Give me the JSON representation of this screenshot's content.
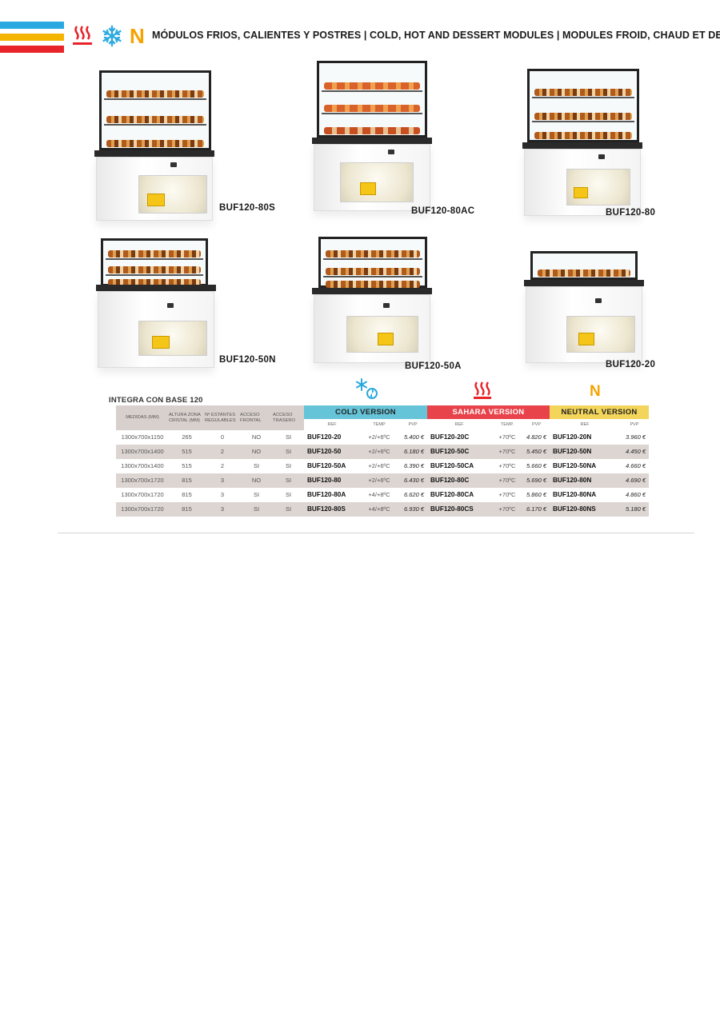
{
  "header": {
    "stripe_colors": [
      "#2aa9e0",
      "#f4b400",
      "#e8242a"
    ],
    "icons": [
      "heat-waves-icon",
      "snowflake-icon",
      "neutral-n-icon"
    ],
    "neutral_letter": "N",
    "title": "MÓDULOS FRIOS, CALIENTES Y POSTRES | COLD, HOT AND DESSERT MODULES  | MODULES FROID, CHAUD ET DESSERT"
  },
  "products": [
    {
      "label": "BUF120-80S"
    },
    {
      "label": "BUF120-80AC"
    },
    {
      "label": "BUF120-80"
    },
    {
      "label": "BUF120-50N"
    },
    {
      "label": "BUF120-50A"
    },
    {
      "label": "BUF120-20"
    }
  ],
  "table": {
    "title": "INTEGRA CON BASE 120",
    "headers": {
      "medidas": "MEDIDAS (mm)",
      "altura": "ALTURA ZONA CRISTAL (mm)",
      "estantes": "Nº ESTANTES REGULABLES",
      "frontal": "ACCESO FRONTAL",
      "trasero": "ACCESO TRASERO"
    },
    "versions": {
      "cold": {
        "label": "COLD VERSION",
        "color": "#66c4d8",
        "sub": [
          "REF",
          "TEMP",
          "PVP"
        ]
      },
      "sahara": {
        "label": "SAHARA VERSION",
        "color": "#e8434a",
        "sub": [
          "REF",
          "TEMP.",
          "PVP"
        ]
      },
      "neutral": {
        "label": "NEUTRAL VERSION",
        "color": "#f2d55a",
        "sub": [
          "REF",
          "PVP"
        ]
      }
    },
    "rows": [
      {
        "medidas": "1300x700x1150",
        "altura": "265",
        "estantes": "0",
        "frontal": "NO",
        "trasero": "SI",
        "cold_ref": "BUF120-20",
        "cold_temp": "+2/+6ºC",
        "cold_pvp": "5.400 €",
        "sah_ref": "BUF120-20C",
        "sah_temp": "+70ºC",
        "sah_pvp": "4.820 €",
        "neu_ref": "BUF120-20N",
        "neu_pvp": "3.960 €"
      },
      {
        "medidas": "1300x700x1400",
        "altura": "515",
        "estantes": "2",
        "frontal": "NO",
        "trasero": "SI",
        "cold_ref": "BUF120-50",
        "cold_temp": "+2/+6ºC",
        "cold_pvp": "6.180 €",
        "sah_ref": "BUF120-50C",
        "sah_temp": "+70ºC",
        "sah_pvp": "5.450 €",
        "neu_ref": "BUF120-50N",
        "neu_pvp": "4.450 €"
      },
      {
        "medidas": "1300x700x1400",
        "altura": "515",
        "estantes": "2",
        "frontal": "SI",
        "trasero": "SI",
        "cold_ref": "BUF120-50A",
        "cold_temp": "+2/+6ºC",
        "cold_pvp": "6.390 €",
        "sah_ref": "BUF120-50CA",
        "sah_temp": "+70ºC",
        "sah_pvp": "5.660 €",
        "neu_ref": "BUF120-50NA",
        "neu_pvp": "4.660 €"
      },
      {
        "medidas": "1300x700x1720",
        "altura": "815",
        "estantes": "3",
        "frontal": "NO",
        "trasero": "SI",
        "cold_ref": "BUF120-80",
        "cold_temp": "+2/+6ºC",
        "cold_pvp": "6.430 €",
        "sah_ref": "BUF120-80C",
        "sah_temp": "+70ºC",
        "sah_pvp": "5.690 €",
        "neu_ref": "BUF120-80N",
        "neu_pvp": "4.690 €"
      },
      {
        "medidas": "1300x700x1720",
        "altura": "815",
        "estantes": "3",
        "frontal": "SI",
        "trasero": "SI",
        "cold_ref": "BUF120-80A",
        "cold_temp": "+4/+8ºC",
        "cold_pvp": "6.620 €",
        "sah_ref": "BUF120-80CA",
        "sah_temp": "+70ºC",
        "sah_pvp": "5.860 €",
        "neu_ref": "BUF120-80NA",
        "neu_pvp": "4.860 €"
      },
      {
        "medidas": "1300x700x1720",
        "altura": "815",
        "estantes": "3",
        "frontal": "SI",
        "trasero": "SI",
        "cold_ref": "BUF120-80S",
        "cold_temp": "+4/+8ºC",
        "cold_pvp": "6.930 €",
        "sah_ref": "BUF120-80CS",
        "sah_temp": "+70ºC",
        "sah_pvp": "6.170 €",
        "neu_ref": "BUF120-80NS",
        "neu_pvp": "5.180 €"
      }
    ]
  }
}
